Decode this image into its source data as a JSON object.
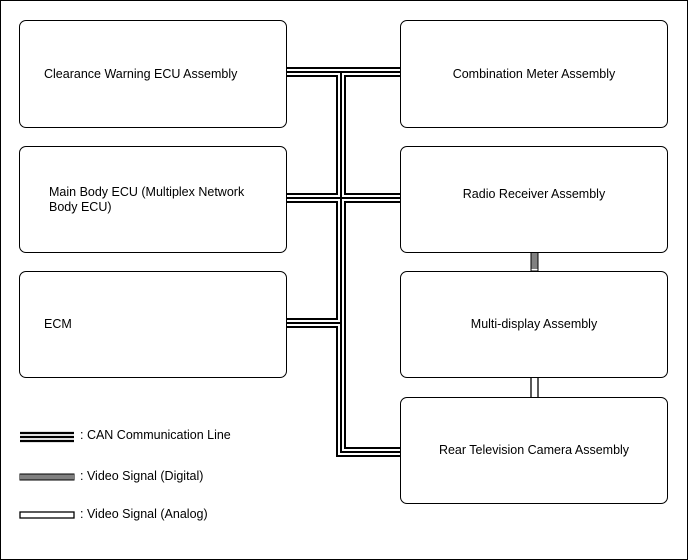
{
  "left_modules": [
    {
      "id": "clearance",
      "label": "Clearance Warning ECU Assembly"
    },
    {
      "id": "main-body",
      "label": "Main Body ECU (Multiplex Network Body ECU)"
    },
    {
      "id": "ecm",
      "label": "ECM"
    }
  ],
  "right_modules": [
    {
      "id": "combination-meter",
      "label": "Combination Meter Assembly"
    },
    {
      "id": "radio-receiver",
      "label": "Radio Receiver Assembly"
    },
    {
      "id": "multi-display",
      "label": "Multi-display Assembly"
    },
    {
      "id": "rear-camera",
      "label": "Rear Television Camera Assembly"
    }
  ],
  "connections": [
    {
      "from": "clearance",
      "to": "CAN bus",
      "type": "CAN Communication Line"
    },
    {
      "from": "main-body",
      "to": "CAN bus",
      "type": "CAN Communication Line"
    },
    {
      "from": "ecm",
      "to": "CAN bus",
      "type": "CAN Communication Line"
    },
    {
      "from": "combination-meter",
      "to": "CAN bus",
      "type": "CAN Communication Line"
    },
    {
      "from": "radio-receiver",
      "to": "CAN bus",
      "type": "CAN Communication Line"
    },
    {
      "from": "rear-camera",
      "to": "CAN bus",
      "type": "CAN Communication Line"
    },
    {
      "from": "radio-receiver",
      "to": "multi-display",
      "type": "Video Signal (Digital)"
    },
    {
      "from": "multi-display",
      "to": "rear-camera",
      "type": "Video Signal (Analog)"
    }
  ],
  "legend": {
    "can": ": CAN Communication Line",
    "video_digital": ": Video Signal (Digital)",
    "video_analog": ": Video Signal (Analog)"
  }
}
